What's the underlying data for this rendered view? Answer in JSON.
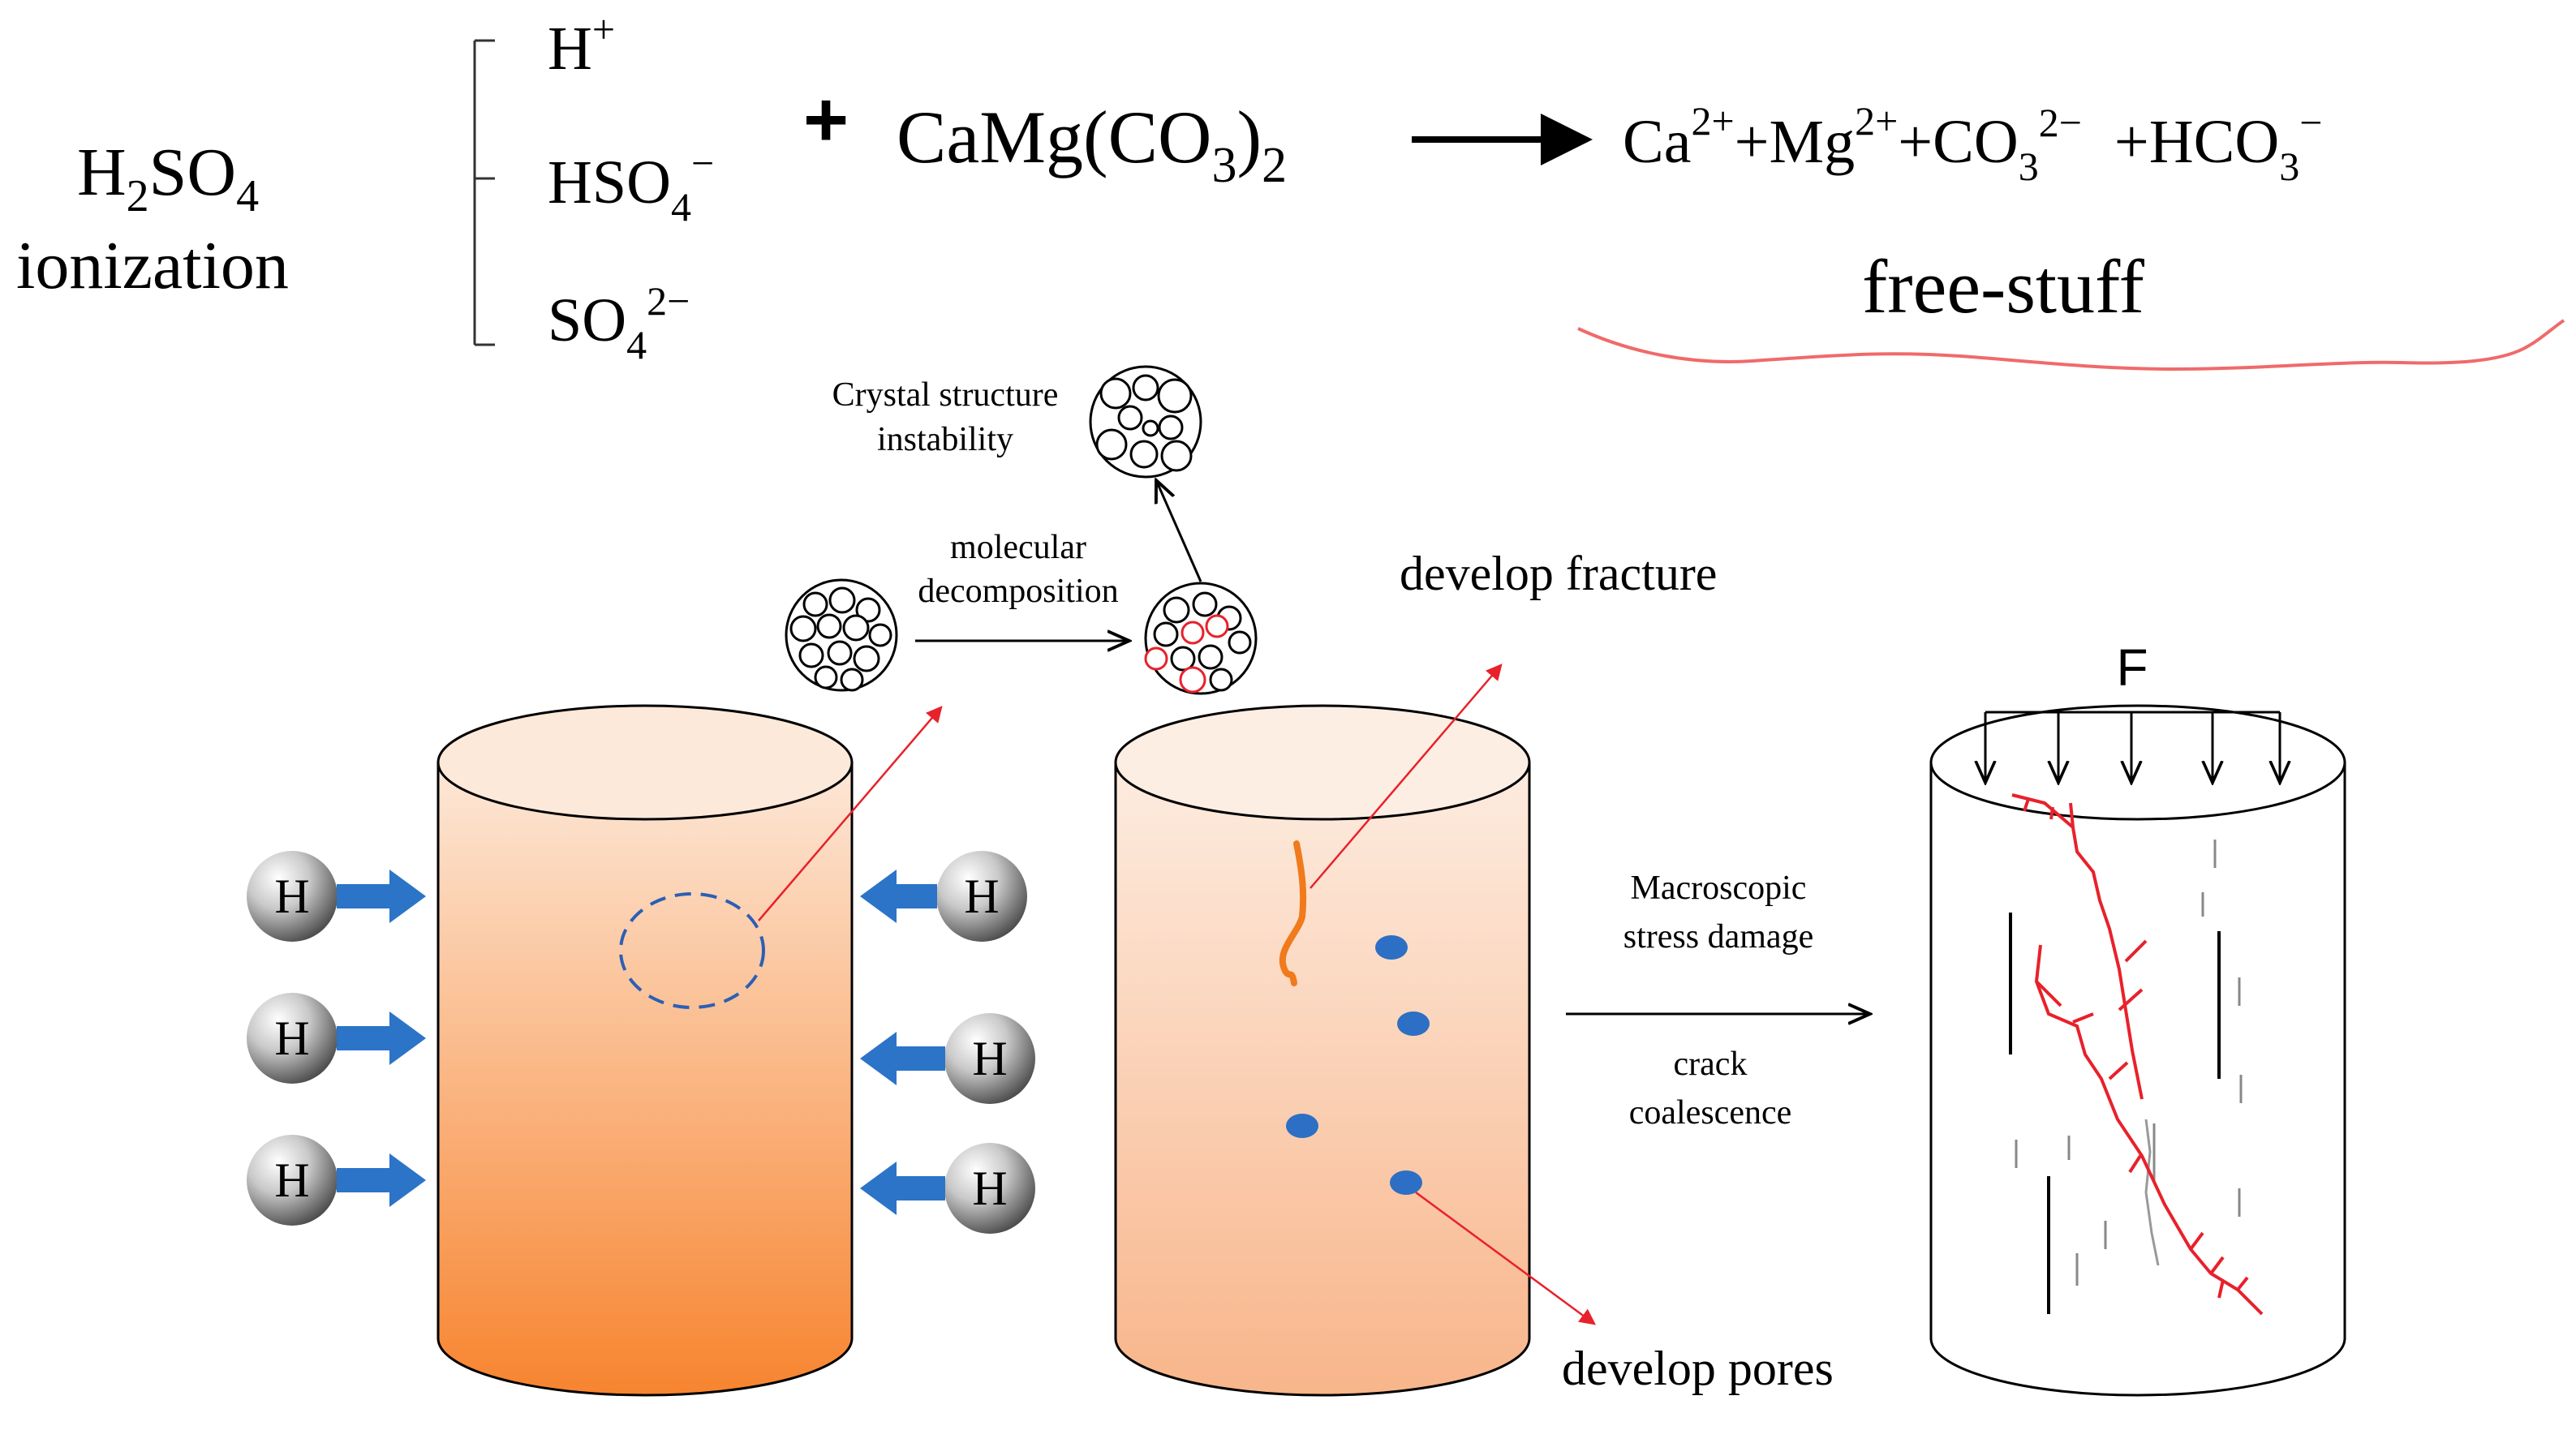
{
  "equation": {
    "acid_prefix": "H",
    "acid_sub1": "2",
    "acid_mid": "SO",
    "acid_sub2": "4",
    "acid_line2": "ionization",
    "ion1_base": "H",
    "ion1_sup": "+",
    "ion2_base": "HSO",
    "ion2_sub": "4",
    "ion2_sup": "−",
    "ion3_base": "SO",
    "ion3_sub": "4",
    "ion3_sup": "2−",
    "plus": "+",
    "mineral_prefix": "CaMg(CO",
    "mineral_sub": "3",
    "mineral_close": ")",
    "mineral_sub2": "2",
    "p1_base": "Ca",
    "p1_sup": "2+",
    "p2_base": "+Mg",
    "p2_sup": "2+",
    "p3_base": "+CO",
    "p3_sub": "3",
    "p3_sup": "2−",
    "p4_base": "+HCO",
    "p4_sub": "3",
    "p4_sup": "−",
    "products_label": "free-stuff"
  },
  "labels": {
    "crystal_line1": "Crystal structure",
    "crystal_line2": "instability",
    "molecular_line1": "molecular",
    "molecular_line2": "decomposition",
    "develop_fracture": "develop fracture",
    "develop_pores": "develop pores",
    "macro_line1": "Macroscopic",
    "macro_line2": "stress damage",
    "crack_line1": "crack",
    "crack_line2": "coalescence",
    "force": "F",
    "atom": "H"
  },
  "colors": {
    "arrow_blue": "#2b74c8",
    "pore_blue": "#2c6fc4",
    "fracture_orange": "#f07a1c",
    "crack_red": "#e8212b",
    "wavy_red": "#f06a6a",
    "cyl1_top": "#fde7d6",
    "cyl1_bottom": "#f7842f",
    "cyl2_top": "#fdeadd",
    "cyl2_bottom": "#f7b58a"
  }
}
